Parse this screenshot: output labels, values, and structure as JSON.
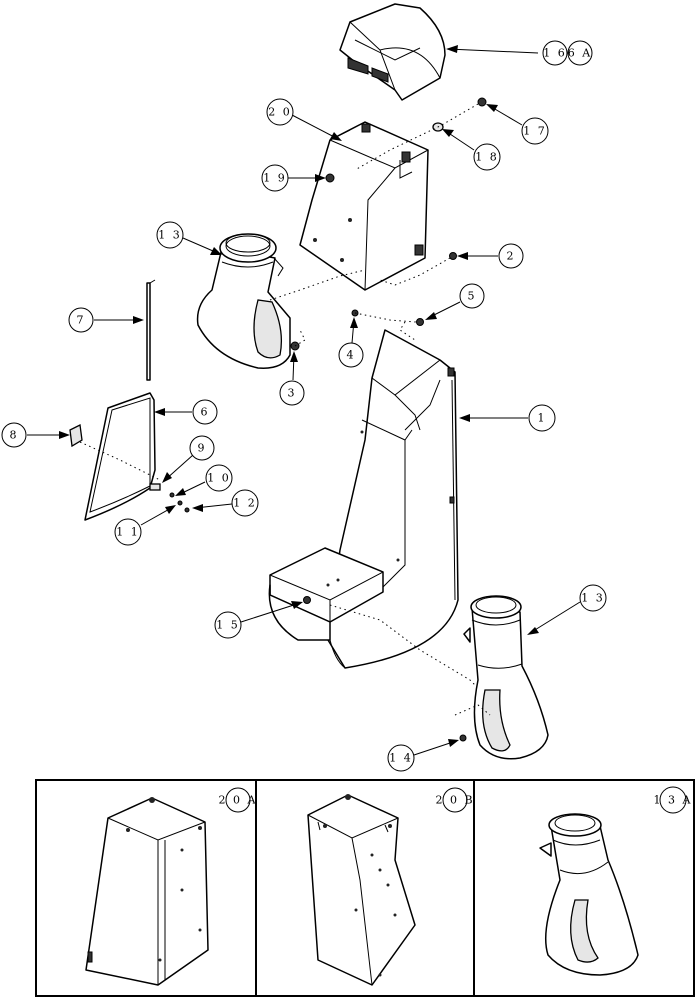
{
  "callouts": {
    "c_16a": "1 6",
    "c_6a": "6 A",
    "c_17": "1 7",
    "c_18": "1 8",
    "c_20": "2 0",
    "c_19": "1 9",
    "c_13_left": "1 3",
    "c_2": "2",
    "c_5": "5",
    "c_7": "7",
    "c_4": "4",
    "c_3": "3",
    "c_1": "1",
    "c_6": "6",
    "c_8": "8",
    "c_9": "9",
    "c_10": "1 0",
    "c_12": "1 2",
    "c_11": "1 1",
    "c_13_right": "1 3",
    "c_15": "1 5",
    "c_14": "1 4"
  },
  "inset_labels": {
    "inset_20a": "2 0 A",
    "inset_20b": "2 0 B",
    "inset_13a": "1 3 A"
  }
}
